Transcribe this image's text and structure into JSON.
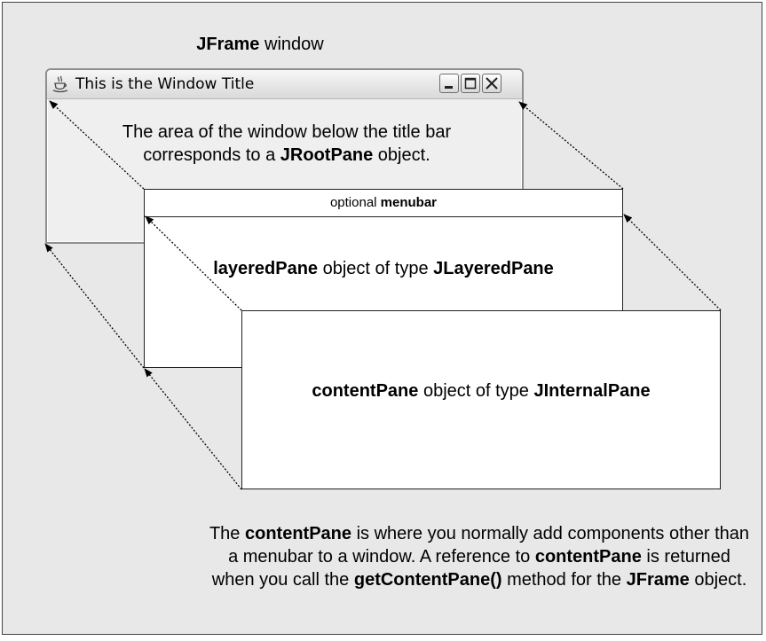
{
  "caption_top": {
    "bold": "JFrame",
    "rest": " window"
  },
  "window": {
    "title": "This is the Window Title"
  },
  "root_text": {
    "before": "The area of the window below the title bar corresponds to a ",
    "bold": "JRootPane",
    "after": " object."
  },
  "menubar": {
    "prefix": "optional ",
    "bold": "menubar"
  },
  "layered": {
    "bold1": "layeredPane",
    "middle": " object of type ",
    "bold2": "JLayeredPane"
  },
  "content": {
    "bold1": "contentPane",
    "middle": " object of type ",
    "bold2": "JInternalPane"
  },
  "caption_bottom": {
    "t1": "The ",
    "b1": "contentPane",
    "t2": " is where you normally add components other than a menubar to a window. A reference to ",
    "b2": "contentPane",
    "t3": " is returned when you call the ",
    "b3": "getContentPane()",
    "t4": " method for the ",
    "b4": "JFrame",
    "t5": " object."
  }
}
